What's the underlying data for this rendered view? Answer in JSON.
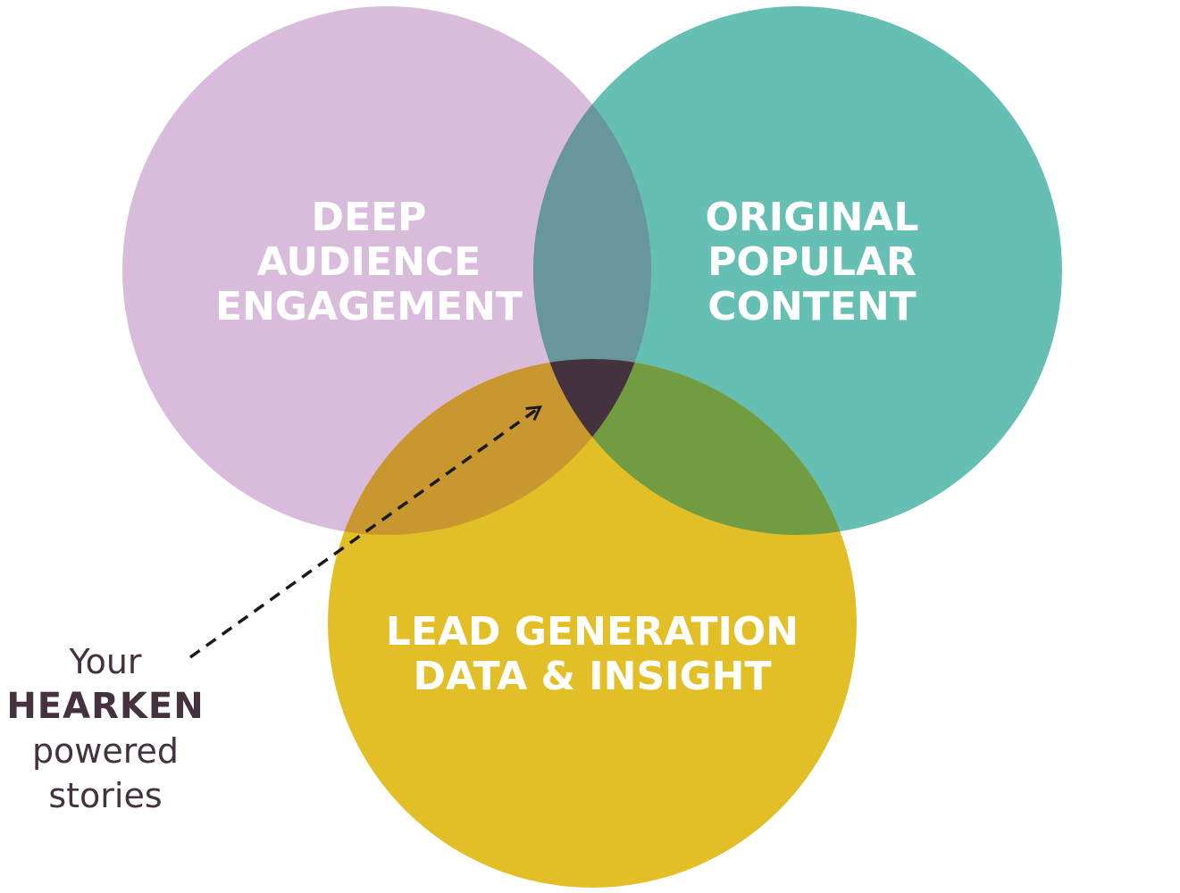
{
  "diagram": {
    "type": "venn",
    "circles": [
      {
        "id": "engagement",
        "label_lines": [
          "DEEP",
          "AUDIENCE",
          "ENGAGEMENT"
        ],
        "color": "#d9bcdb"
      },
      {
        "id": "content",
        "label_lines": [
          "ORIGINAL",
          "POPULAR",
          "CONTENT"
        ],
        "color": "#65bfb3"
      },
      {
        "id": "leads",
        "label_lines": [
          "LEAD GENERATION",
          "DATA & INSIGHT"
        ],
        "color": "#e2be27"
      }
    ],
    "overlap_colors": {
      "engagement_content": "#67979c",
      "engagement_leads": "#c9972f",
      "content_leads": "#729c42",
      "center": "#44323f"
    }
  },
  "callout": {
    "line1": "Your",
    "line2": "HEARKEN",
    "line3": "powered",
    "line4": "stories",
    "text_color": "#44323f",
    "arrow_color": "#1a1a1a"
  }
}
